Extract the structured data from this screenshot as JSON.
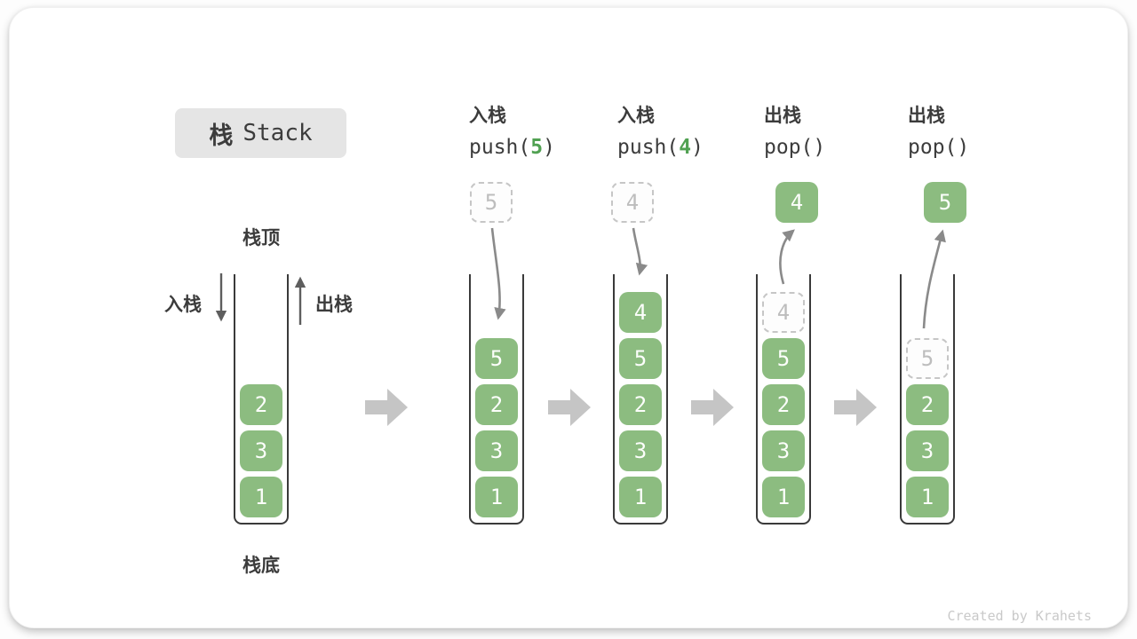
{
  "title": {
    "zh": "栈",
    "en": "Stack"
  },
  "labels": {
    "stack_top": "栈顶",
    "stack_bottom": "栈底",
    "push_side": "入栈",
    "pop_side": "出栈"
  },
  "headers": [
    {
      "action": "入栈",
      "code_pre": "push(",
      "code_arg": "5",
      "code_post": ")"
    },
    {
      "action": "入栈",
      "code_pre": "push(",
      "code_arg": "4",
      "code_post": ")"
    },
    {
      "action": "出栈",
      "code_pre": "pop(",
      "code_arg": "",
      "code_post": ")"
    },
    {
      "action": "出栈",
      "code_pre": "pop(",
      "code_arg": "",
      "code_post": ")"
    }
  ],
  "floating": [
    {
      "value": "5",
      "variant": "ghost"
    },
    {
      "value": "4",
      "variant": "ghost"
    },
    {
      "value": "4",
      "variant": "solid"
    },
    {
      "value": "5",
      "variant": "solid"
    }
  ],
  "stacks": [
    {
      "cells": [
        "2",
        "3",
        "1"
      ]
    },
    {
      "cells": [
        "5",
        "2",
        "3",
        "1"
      ]
    },
    {
      "cells": [
        "4",
        "5",
        "2",
        "3",
        "1"
      ]
    },
    {
      "cells": [
        "4",
        "5",
        "2",
        "3",
        "1"
      ],
      "ghost_top": true
    },
    {
      "cells": [
        "5",
        "2",
        "3",
        "1"
      ],
      "ghost_top": true
    }
  ],
  "attribution": "Created by Krahets",
  "colors": {
    "cell_green": "#8CBC80",
    "arg_green": "#51A152",
    "ghost_border": "#C6C6C6",
    "ghost_text": "#BDBDBD",
    "ghost_bg": "#FDFDFD",
    "curve_arrow": "#8A8A8A",
    "straight_arrow": "#5E5E5E",
    "block_arrow": "#C5C5C5",
    "wall": "#3A3A3A",
    "text_dark": "#3C3C3C",
    "title_bg": "#E5E5E5",
    "attribution_text": "#C9C9C9",
    "card_bg": "#FFFFFF"
  }
}
